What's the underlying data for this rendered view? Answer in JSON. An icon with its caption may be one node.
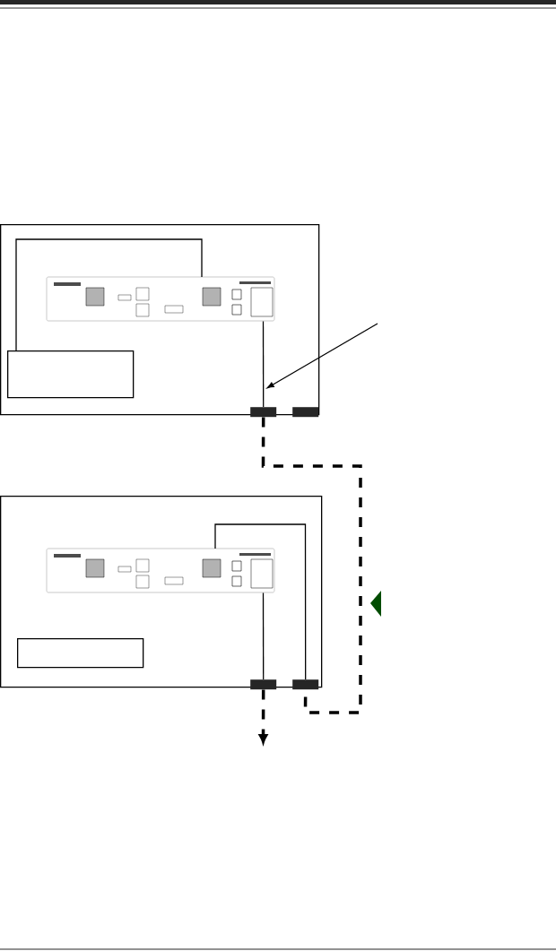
{
  "diagram": {
    "nodes": [
      {
        "text": [],
        "shape": "box"
      },
      {
        "text": [],
        "shape": "picture",
        "in": 0
      },
      {
        "text": [],
        "shape": "box",
        "in": 0
      },
      {
        "text": [],
        "shape": "bar",
        "in": 0
      },
      {
        "text": [],
        "shape": "bar",
        "in": 0
      },
      {
        "text": [],
        "shape": "box"
      },
      {
        "text": [],
        "shape": "picture",
        "in": 5
      },
      {
        "text": [],
        "shape": "box",
        "in": 5
      },
      {
        "text": [],
        "shape": "bar",
        "in": 5
      },
      {
        "text": [],
        "shape": "bar",
        "in": 5
      }
    ],
    "edges": [
      {
        "from": 2,
        "to": 1,
        "arrow": "none"
      },
      {
        "from": 1,
        "to": 3,
        "arrow": "none"
      },
      {
        "from": 3,
        "to": 9,
        "arrow": "none",
        "style": "dashed"
      },
      {
        "from": 6,
        "to": 9,
        "arrow": "none"
      },
      {
        "from": 6,
        "to": 8,
        "arrow": "none"
      },
      {
        "from": 8,
        "to": null,
        "arrow": "to",
        "style": "dashed"
      }
    ]
  }
}
